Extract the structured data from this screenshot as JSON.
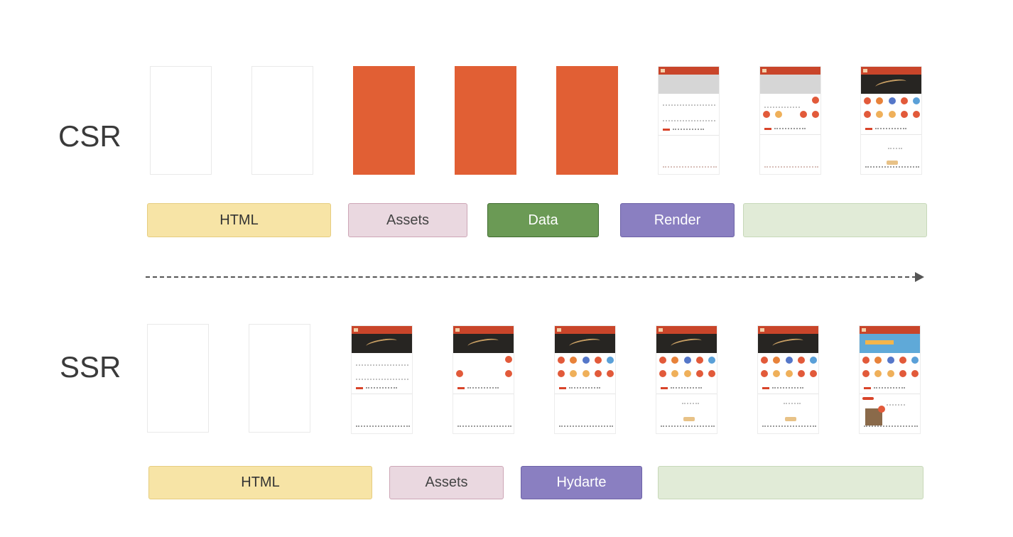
{
  "csr": {
    "label": "CSR",
    "bars": {
      "html": "HTML",
      "assets": "Assets",
      "data": "Data",
      "render": "Render"
    }
  },
  "ssr": {
    "label": "SSR",
    "bars": {
      "html": "HTML",
      "assets": "Assets",
      "hydrate": "Hydarte"
    }
  },
  "colors": {
    "orange_frame": "#e15f34",
    "html_bar": "#f7e4a6",
    "assets_bar": "#ead8e0",
    "data_bar": "#6b9a55",
    "render_bar": "#8a7fc1",
    "idle_bar": "#e1ebd7"
  },
  "frames": {
    "csr": [
      "blank",
      "blank",
      "orange",
      "orange",
      "orange",
      "shot-partial",
      "shot-icons-grey",
      "shot-full"
    ],
    "ssr": [
      "blank",
      "blank",
      "shot-banner",
      "shot-banner-icons",
      "shot-banner-icons-full",
      "shot-full",
      "shot-full",
      "shot-blue-full"
    ]
  }
}
